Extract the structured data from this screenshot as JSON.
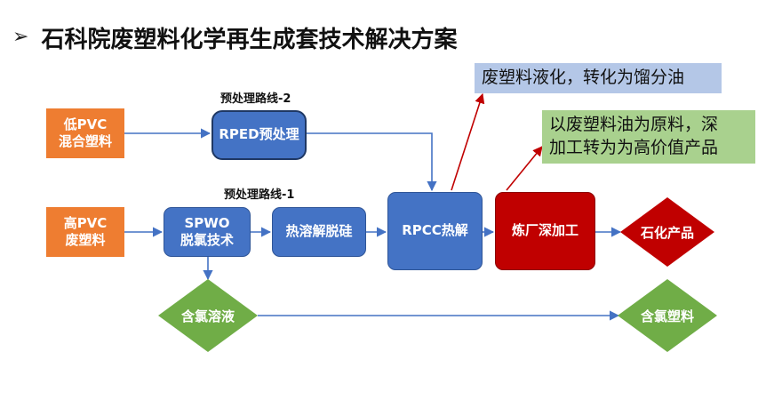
{
  "title": {
    "bullet": "➢",
    "text": "石科院废塑料化学再生成套技术解决方案"
  },
  "route_labels": {
    "route2": "预处理路线-2",
    "route1": "预处理路线-1"
  },
  "nodes": {
    "low_pvc": [
      "低PVC",
      "混合塑料"
    ],
    "high_pvc": [
      "高PVC",
      "废塑料"
    ],
    "rped": "RPED预处理",
    "spwo": [
      "SPWO",
      "脱氯技术"
    ],
    "pyrolysis_desilicon": "热溶解脱硅",
    "rpcc": "RPCC热解",
    "refinery": "炼厂深加工",
    "petrochem": "石化产品",
    "chlorine_solution": "含氯溶液",
    "chlorine_plastic": "含氯塑料"
  },
  "notes": {
    "liquefaction": "废塑料液化，转化为馏分油",
    "deep_processing": [
      "以废塑料油为原料，深",
      "加工转为为高价值产品"
    ]
  },
  "colors": {
    "orange": "#ee7d31",
    "blue": "#4473c5",
    "red": "#c00000",
    "green": "#70ad47",
    "arrow_blue": "#4472c4",
    "arrow_red": "#c00000"
  }
}
